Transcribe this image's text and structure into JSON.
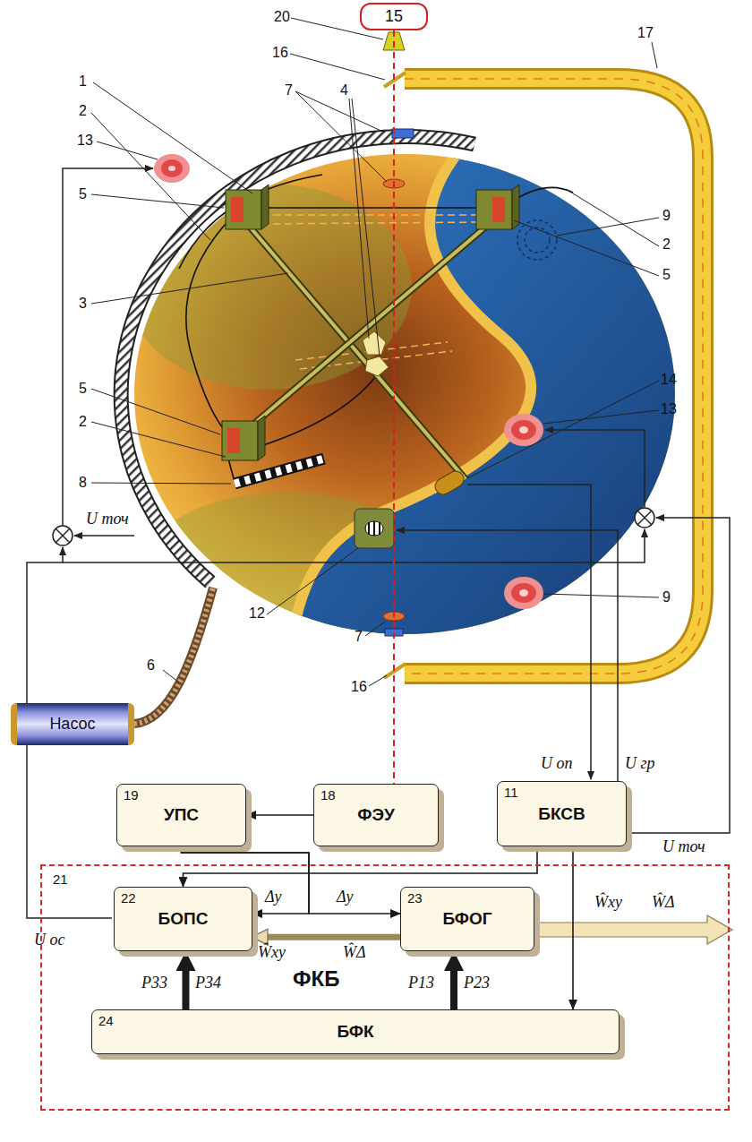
{
  "diagram": {
    "nodes": [
      {
        "text": [
          "15"
        ]
      },
      {
        "text": [
          "Насос"
        ]
      },
      {
        "text": [
          "19",
          "УПС"
        ]
      },
      {
        "text": [
          "18",
          "ФЭУ"
        ]
      },
      {
        "text": [
          "11",
          "БКСВ"
        ]
      },
      {
        "text": [
          "21",
          "ФКБ"
        ]
      },
      {
        "text": [
          "22",
          "БОПС"
        ],
        "in": 5
      },
      {
        "text": [
          "23",
          "БФОГ"
        ],
        "in": 5
      },
      {
        "text": [
          "24",
          "БФК"
        ],
        "in": 5
      }
    ],
    "edges": [
      {
        "from": 0,
        "to": 3,
        "arrow": "none"
      },
      {
        "from": 3,
        "to": 2,
        "arrow": "to"
      },
      {
        "from": 2,
        "to": 6,
        "arrow": "to"
      },
      {
        "from": 2,
        "to": 7,
        "arrow": "to"
      },
      {
        "from": 4,
        "to": 6,
        "arrow": "to"
      },
      {
        "from": 4,
        "to": 8,
        "arrow": "to"
      },
      {
        "from": 7,
        "to": 6,
        "arrow": "to"
      },
      {
        "from": 8,
        "to": 6,
        "arrow": "to"
      },
      {
        "from": 8,
        "to": 7,
        "arrow": "to"
      }
    ],
    "labels": [
      "20",
      "17",
      "16",
      "7",
      "4",
      "1",
      "2",
      "13",
      "5",
      "3",
      "5",
      "2",
      "8",
      "U точ",
      "6",
      "12",
      "7",
      "16",
      "9",
      "2",
      "5",
      "14",
      "13",
      "9",
      "U оп",
      "U гр",
      "U точ",
      "Δy",
      "Δy",
      "Ŵxy",
      "ŴΔ",
      "Ŵxy",
      "ŴΔ",
      "U ос",
      "P33",
      "P34",
      "P13",
      "P23"
    ]
  }
}
